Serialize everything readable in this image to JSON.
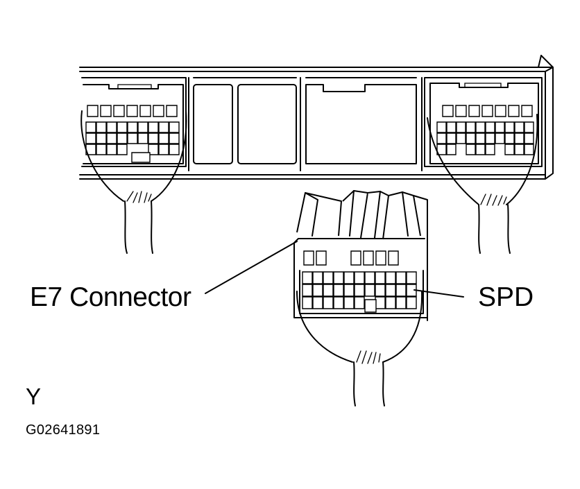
{
  "labels": {
    "connector": "E7 Connector",
    "terminal": "SPD",
    "view_marker": "Y",
    "figure_code": "G02641891"
  },
  "icons": [
    "ecu-housing",
    "left-connector",
    "right-connector",
    "e7-connector",
    "wire-harness"
  ]
}
